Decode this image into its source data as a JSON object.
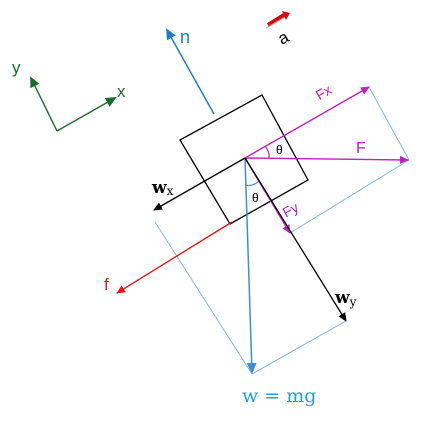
{
  "labels": {
    "axis_y": "y",
    "axis_x": "x",
    "normal": "n",
    "accel": "a",
    "fx": "Fx",
    "f_applied": "F",
    "theta_top": "θ",
    "theta_mid": "θ",
    "fy": "Fy",
    "wx": "w",
    "wx_sub": "x",
    "wy": "w",
    "wy_sub": "y",
    "friction": "f",
    "weight": "w = mg"
  },
  "colors": {
    "axes": "#1a6b2e",
    "normal": "#1e7fc4",
    "weight": "#3f8fd0",
    "weight_label": "#1ea0d6",
    "applied": "#c020c0",
    "friction": "#e01818",
    "block": "#000000",
    "components": "#000000",
    "guides": "#7fb6e0",
    "accel": "#cc1010"
  }
}
